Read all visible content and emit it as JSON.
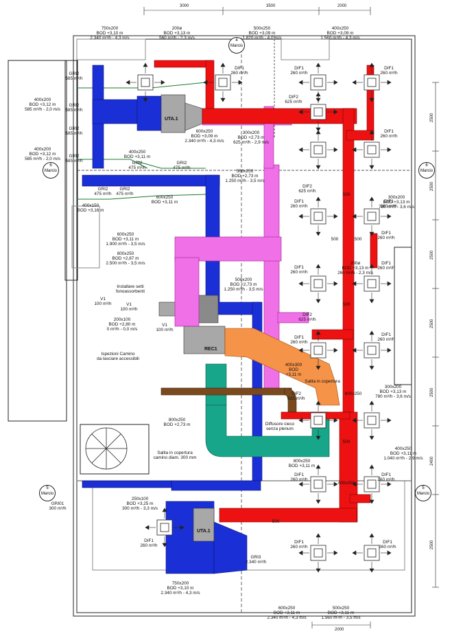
{
  "units": {
    "uta_top": "UTA.1",
    "uta_bottom": "UTA.1",
    "rec": "REC1"
  },
  "dimensions_top": [
    "3000",
    "3500",
    "2000"
  ],
  "dimensions_bottom": [
    "2000"
  ],
  "dimensions_right": [
    "2500",
    "2500",
    "2500",
    "2500",
    "2500",
    "2400",
    "2500"
  ],
  "axes": [
    {
      "num": "4",
      "tag": "Marcio"
    },
    {
      "num": "6",
      "tag": "Marcio"
    },
    {
      "num": "6",
      "tag": "Marcio"
    },
    {
      "num": "5",
      "tag": "Marcio"
    },
    {
      "num": "5",
      "tag": "Marcio"
    }
  ],
  "labels": {
    "duct_750_top": [
      "750x200",
      "BOD +3,10 m",
      "2.340 m³/h - 4,3 m/s"
    ],
    "duct_200_top": [
      "200ø",
      "BOD +3,13 m",
      "560 m³/h - 2,3 m/s"
    ],
    "duct_500_top": [
      "500x250",
      "BOD +3,09 m",
      "1.820 m³/h - 4,0 m/s"
    ],
    "duct_400_top": [
      "400x250",
      "BOD +3,09 m",
      "1.560 m³/h - 4,3 m/s"
    ],
    "gri2_a": [
      "GRI2",
      "585 m³/h"
    ],
    "duct_400x200_a": [
      "400x200",
      "BOD +3,12 m",
      "585 m³/h - 2,0 m/s"
    ],
    "gri2_b": [
      "GRI2",
      "585 m³/h"
    ],
    "gri2_c": [
      "GRI2",
      "585 m³/h"
    ],
    "duct_400x200_b": [
      "400x200",
      "BOD +3,12 m",
      "585 m³/h - 2,0 m/s"
    ],
    "gri2_d": [
      "GRI2",
      "585 m³/h"
    ],
    "dif1_top_a": [
      "DIF1",
      "260 m³/h"
    ],
    "dif1_top_b": [
      "DIF1",
      "260 m³/h"
    ],
    "dif1_right_a": [
      "DIF1",
      "260 m³/h"
    ],
    "dif1_right_b": [
      "DIF1",
      "260 m³/h"
    ],
    "dif2_a": [
      "DIF2",
      "625 m³/h"
    ],
    "duct_600x250_a": [
      "600x250",
      "BOD +3,09 m",
      "2.340 m³/h - 4,3 m/s"
    ],
    "duct_300x200_a": [
      "300x200",
      "BOD +2,73 m",
      "625 m³/h - 2,9 m/s"
    ],
    "duct_400x250_b": [
      "400x250",
      "BOD +3,11 m"
    ],
    "gri2_e": [
      "GRI2",
      "475 m³/h"
    ],
    "gri2_f": [
      "GRI2",
      "475 m³/h"
    ],
    "duct_500x250_b": [
      "500x250",
      "BOD +2,73 m",
      "1.250 m³/h - 3,5 m/s"
    ],
    "dif2_b": [
      "DIF2",
      "625 m³/h"
    ],
    "dif1_mid_a": [
      "DIF1",
      "260 m³/h"
    ],
    "dif1_mid_b": [
      "DIF1",
      "260 m³/h"
    ],
    "gri2_g": [
      "GRI2",
      "475 m³/h"
    ],
    "gri2_h": [
      "GRI2",
      "475 m³/h"
    ],
    "duct_600x250_b": [
      "600x250",
      "BOD +3,11 m"
    ],
    "duct_400x150": [
      "400x150",
      "BOD +3,16 m"
    ],
    "duct_300x200_b": [
      "300x200",
      "BOD +3,13 m",
      "780 m³/h - 3,6 m/s"
    ],
    "dif1_mid_c": [
      "DIF1",
      "260 m³/h"
    ],
    "duct_600x250_c": [
      "600x250",
      "BOD +3,11 m",
      "1.900 m³/h - 3,5 m/s"
    ],
    "duct_800x250_a": [
      "800x250",
      "BOD +2,87 m",
      "2.500 m³/h - 3,5 m/s"
    ],
    "dif1_mid_d": [
      "DIF1",
      "260 m³/h"
    ],
    "duct_200_mid": [
      "200ø",
      "BOD +3,13 m",
      "260 m³/h - 2,3 m/s"
    ],
    "dim_500_a": [
      "500"
    ],
    "dim_500_b": [
      "500"
    ],
    "dif1_mid_e": [
      "DIF1",
      "260 m³/h"
    ],
    "duct_500x200_c": [
      "500x200",
      "BOD +2,73 m",
      "1.250 m³/h - 3,5 m/s"
    ],
    "install_note": [
      "Installare setti",
      "fonoassorbenti"
    ],
    "v1_a": [
      "V1",
      "100 m³/h"
    ],
    "v1_b": [
      "V1",
      "100 m³/h"
    ],
    "duct_200x100": [
      "200x100",
      "BOD +2,80 m",
      "0 m³/h - 0,0 m/s"
    ],
    "v1_c": [
      "V1",
      "100 m³/h"
    ],
    "dif2_c": [
      "DIF2",
      "625 m³/h"
    ],
    "dif1_mid_f": [
      "DIF1",
      "260 m³/h"
    ],
    "dif1_mid_g": [
      "DIF1",
      "260 m³/h"
    ],
    "inspect_note": [
      "Ispezioni Camino",
      "da lasciare accessibili"
    ],
    "duct_diag": [
      "400x300",
      "BOD",
      "+3,11 m"
    ],
    "salita_a": [
      "Salita in copertura"
    ],
    "dif2_d": [
      "DIF2",
      "625 m³/h"
    ],
    "duct_300x200_c": [
      "300x200",
      "BOD +3,13 m",
      "780 m³/h - 3,6 m/s"
    ],
    "duct_800x250_b": [
      "800x250",
      "BOD +2,73 m"
    ],
    "diffusore_note": [
      "Diffusore cieco",
      "senza plenum"
    ],
    "salita_b": [
      "Salita in copertura",
      "camino diam. 300 mm"
    ],
    "duct_400x250_c": [
      "400x250",
      "BOD +3,11 m",
      "1.040 m³/h - 2,9 m/s"
    ],
    "dif1_low_a": [
      "DIF1",
      "260 m³/h"
    ],
    "duct_800x250_c": [
      "800x250",
      "BOD +3,11 m"
    ],
    "dif1_low_b": [
      "DIF1",
      "260 m³/h"
    ],
    "gri01": [
      "GRI01",
      "300 m³/h"
    ],
    "duct_250x100": [
      "250x100",
      "BOD +3,25 m",
      "300 m³/h - 3,3 m/s"
    ],
    "dif1_low_c": [
      "DIF1",
      "260 m³/h"
    ],
    "dif1_low_d": [
      "DIF1",
      "260 m³/h"
    ],
    "dif1_low_e": [
      "DIF1",
      "260 m³/h"
    ],
    "gri3": [
      "GRI3",
      "2.340 m³/h"
    ],
    "duct_750_bottom": [
      "750x200",
      "BOD +3,10 m",
      "2.340 m³/h - 4,3 m/s"
    ],
    "duct_600_bottom": [
      "600x250",
      "BOD +3,11 m",
      "2.340 m³/h - 4,3 m/s"
    ],
    "duct_500_bottom": [
      "500x250",
      "BOD +3,11 m",
      "1.560 m³/h - 3,5 m/s"
    ],
    "duct_in_red_a": [
      "500"
    ],
    "duct_in_red_b": [
      "500"
    ],
    "duct_in_red_c": [
      "500"
    ],
    "duct_in_red_d": [
      "500"
    ],
    "duct_in_red_e": [
      "600x250"
    ],
    "duct_in_red_f": [
      "400x250"
    ]
  },
  "colors": {
    "supply": "#ee1111",
    "extract_blue": "#1b2fd6",
    "return_pink": "#f070e8",
    "exhaust_orange": "#f59348",
    "teal": "#18a68a",
    "brown": "#7a4a1e",
    "grey": "#a8a8a8",
    "lines": "#222222",
    "green_line": "#1a7a2a"
  }
}
